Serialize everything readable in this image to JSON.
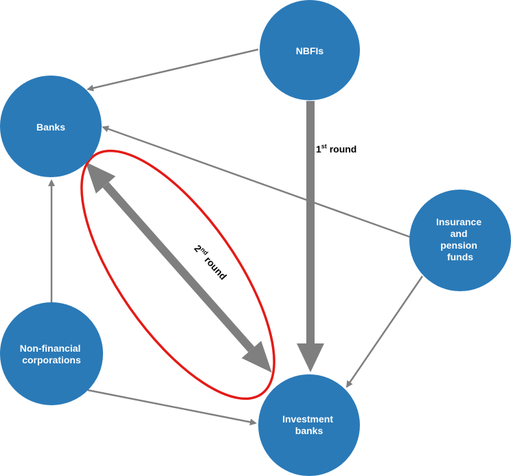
{
  "colors": {
    "node_fill": "#2a7ab8",
    "node_text": "#ffffff",
    "arrow": "#7f7f7f",
    "highlight": "#e31b17",
    "label_text": "#000000"
  },
  "nodes": {
    "nbfis": {
      "lines": [
        "NBFIs"
      ]
    },
    "banks": {
      "lines": [
        "Banks"
      ]
    },
    "insurance": {
      "lines": [
        "Insurance",
        "and",
        "pension",
        "funds"
      ]
    },
    "nonfinancial": {
      "lines": [
        "Non-financial",
        "corporations"
      ]
    },
    "investment": {
      "lines": [
        "Investment",
        "banks"
      ]
    }
  },
  "rounds": {
    "first": {
      "number": "1",
      "suffix": "st",
      "word": "round"
    },
    "second": {
      "number": "2",
      "suffix": "nd",
      "word": "round"
    }
  }
}
